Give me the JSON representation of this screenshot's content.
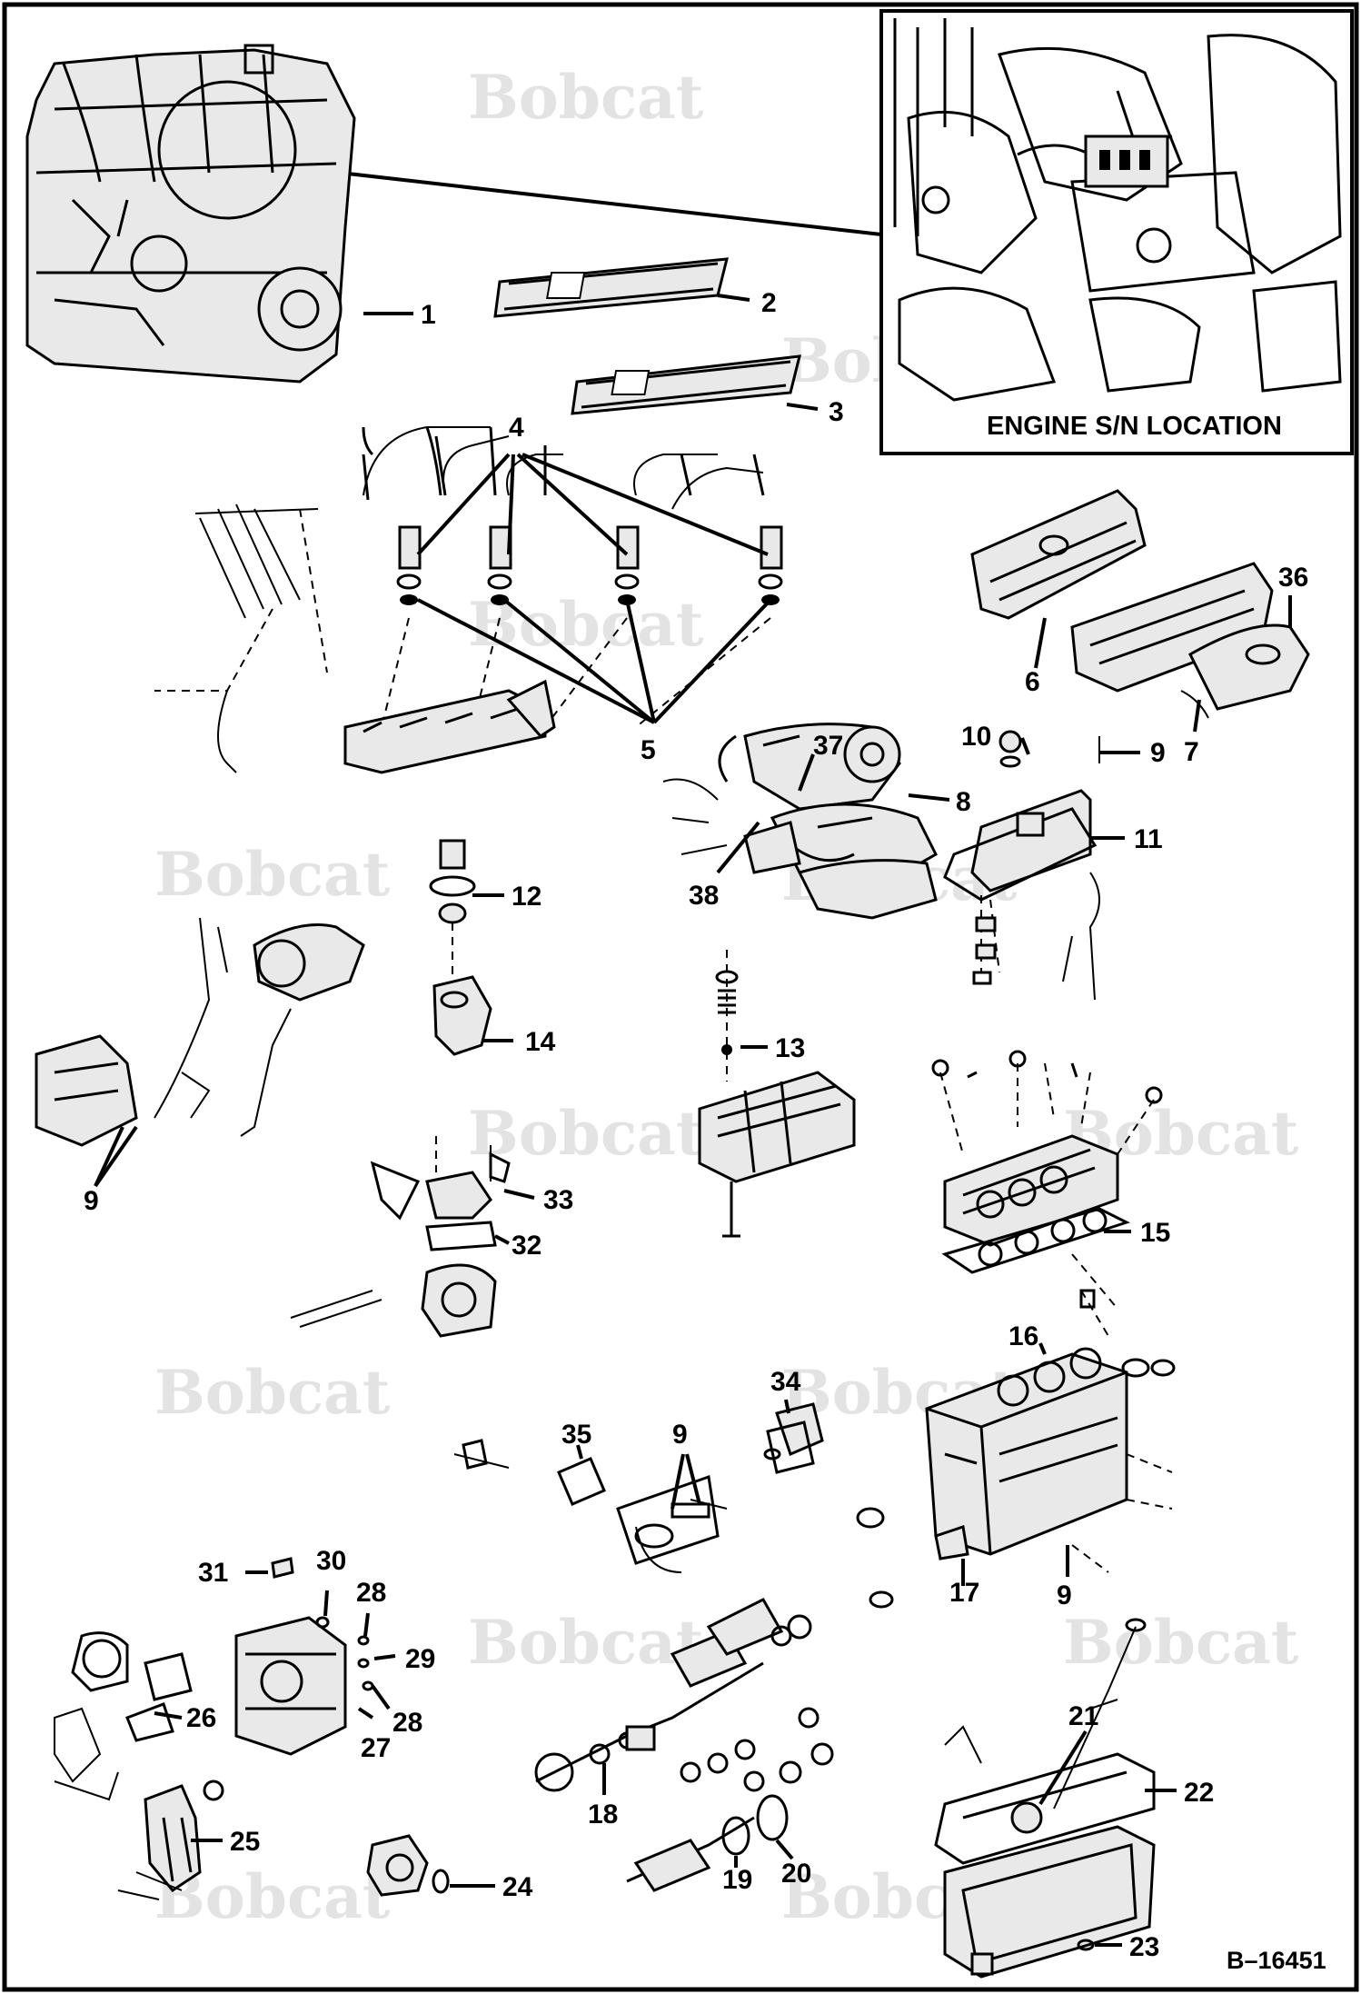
{
  "watermark": {
    "brand": "Bobcat",
    "color": "#e3e3e3"
  },
  "inset": {
    "caption": "ENGINE S/N LOCATION"
  },
  "figure_code": "B–16451",
  "callouts": {
    "c1": "1",
    "c2": "2",
    "c3": "3",
    "c4": "4",
    "c5": "5",
    "c6": "6",
    "c7": "7",
    "c8": "8",
    "c9a": "9",
    "c9b": "9",
    "c9c": "9",
    "c9d": "9",
    "c10": "10",
    "c11": "11",
    "c12": "12",
    "c13": "13",
    "c14": "14",
    "c15": "15",
    "c16": "16",
    "c17": "17",
    "c18": "18",
    "c19": "19",
    "c20": "20",
    "c21": "21",
    "c22": "22",
    "c23": "23",
    "c24": "24",
    "c25": "25",
    "c26": "26",
    "c27": "27",
    "c28a": "28",
    "c28b": "28",
    "c29": "29",
    "c30": "30",
    "c31": "31",
    "c32": "32",
    "c33": "33",
    "c34": "34",
    "c35": "35",
    "c36": "36",
    "c37": "37",
    "c38": "38"
  }
}
